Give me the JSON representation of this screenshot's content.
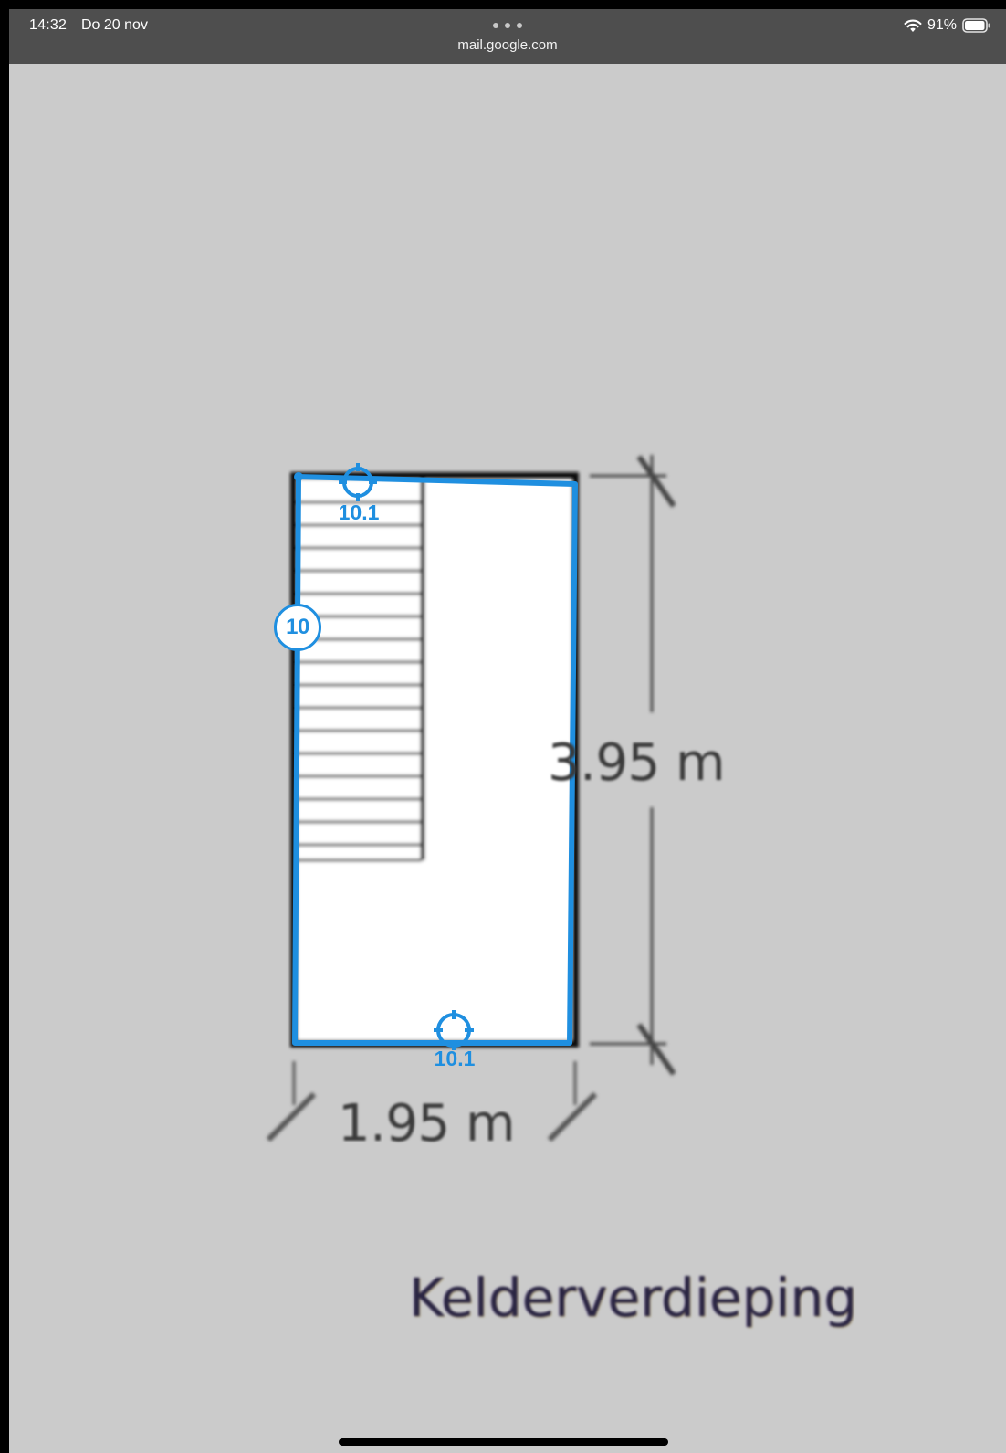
{
  "status_bar": {
    "time": "14:32",
    "date": "Do 20 nov",
    "url": "mail.google.com",
    "battery": "91%",
    "icons": [
      "more-dots-icon",
      "wifi-icon",
      "battery-icon"
    ]
  },
  "floor_plan": {
    "height_dimension": "3.95 m",
    "width_dimension": "1.95 m",
    "floor_name": "Kelderverdieping",
    "room_number": "10",
    "wall_markers": [
      {
        "label": "10.1",
        "position": "top wall"
      },
      {
        "label": "10.1",
        "position": "bottom wall"
      }
    ],
    "accent_color": "#1f8fe0"
  }
}
